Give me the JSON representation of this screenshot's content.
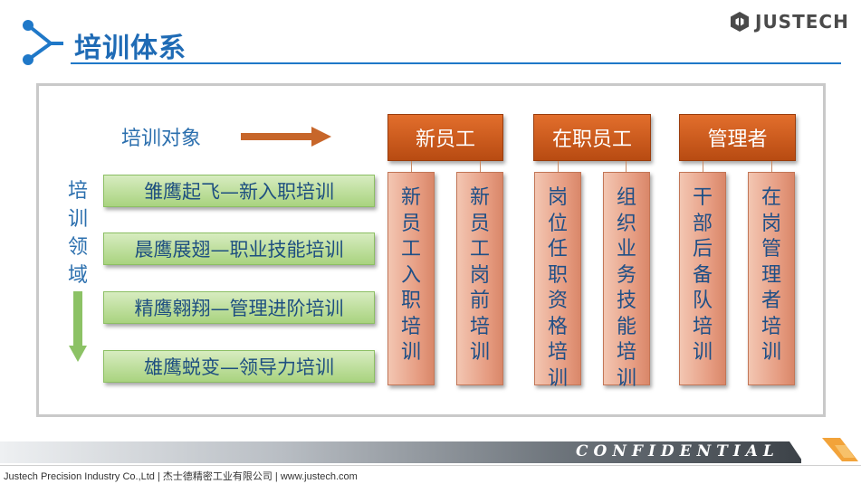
{
  "header": {
    "title": "培训体系",
    "brand": "JUSTECH"
  },
  "diagram": {
    "target_label": "培训对象",
    "domain_label": "培训领域",
    "programs": [
      "雏鹰起飞—新入职培训",
      "晨鹰展翅—职业技能培训",
      "精鹰翱翔—管理进阶培训",
      "雄鹰蜕变—领导力培训"
    ],
    "audiences": [
      {
        "name": "新员工",
        "courses": [
          "新员工入职培训",
          "新员工岗前培训"
        ]
      },
      {
        "name": "在职员工",
        "courses": [
          "岗位任职资格培训",
          "组织业务技能培训"
        ]
      },
      {
        "name": "管理者",
        "courses": [
          "干部后备队培训",
          "在岗管理者培训"
        ]
      }
    ]
  },
  "footer": {
    "confidential": "CONFIDENTIAL",
    "company": "Justech Precision Industry Co.,Ltd  |  杰士德精密工业有限公司  |  www.justech.com"
  },
  "colors": {
    "title_blue": "#1f6bb5",
    "program_green": "#a9d37f",
    "audience_orange": "#c95a1c",
    "course_salmon": "#e59a7f"
  }
}
